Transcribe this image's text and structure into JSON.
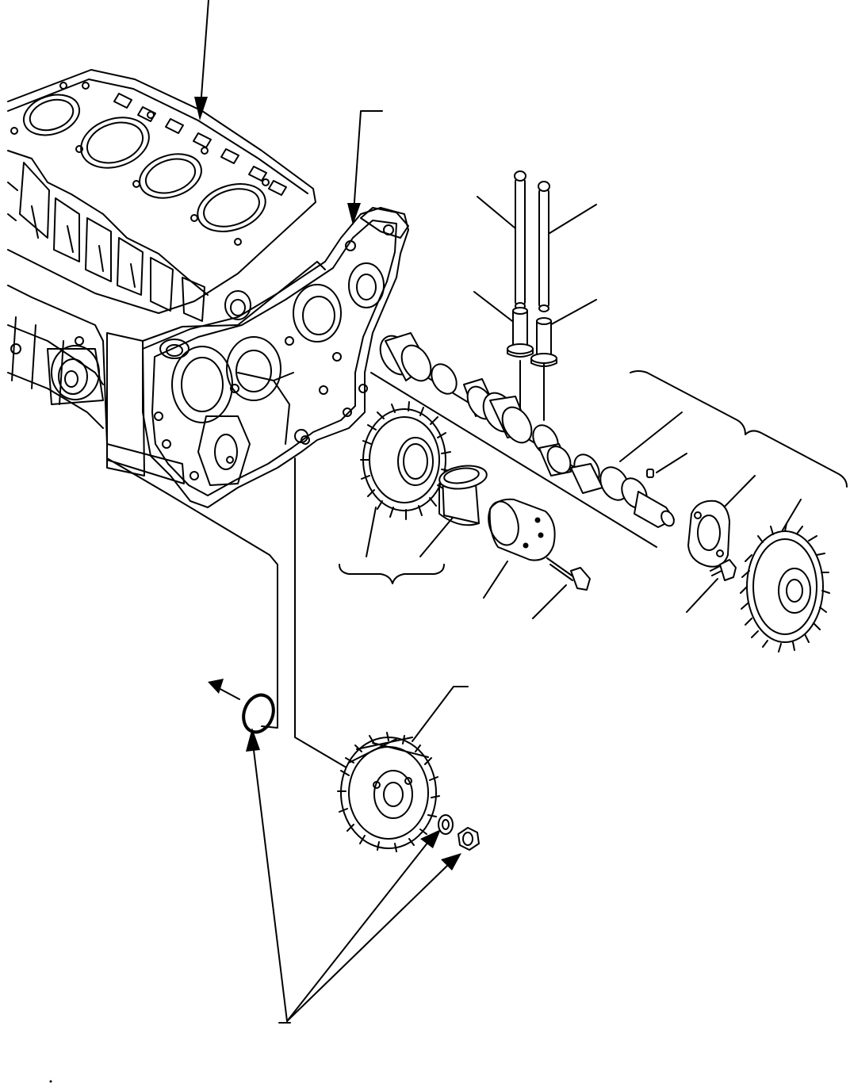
{
  "figure": {
    "kind": "exploded parts diagram",
    "printed_text": [],
    "parts": [
      {
        "name": "cylinder-block"
      },
      {
        "name": "timing-gear-housing"
      },
      {
        "name": "push-rod"
      },
      {
        "name": "push-rod"
      },
      {
        "name": "tappet"
      },
      {
        "name": "tappet"
      },
      {
        "name": "camshaft"
      },
      {
        "name": "idler-gear"
      },
      {
        "name": "bushing"
      },
      {
        "name": "idler-gear-shaft"
      },
      {
        "name": "bolt"
      },
      {
        "name": "thrust-plate"
      },
      {
        "name": "bolt"
      },
      {
        "name": "camshaft-gear"
      },
      {
        "name": "o-ring"
      },
      {
        "name": "pump-drive-gear"
      },
      {
        "name": "lock-washer"
      },
      {
        "name": "nut"
      }
    ],
    "line_color": "#000000",
    "background": "#ffffff"
  }
}
